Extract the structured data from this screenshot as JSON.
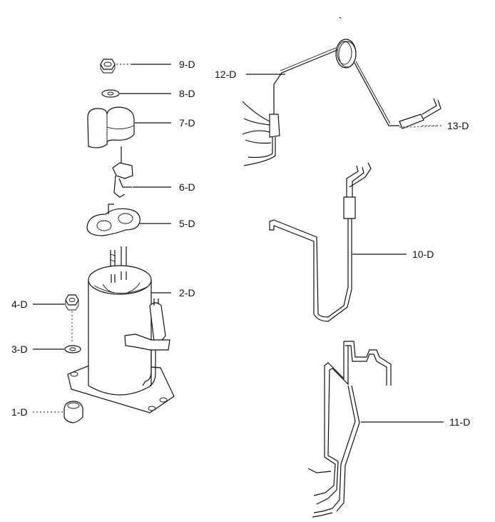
{
  "parts": [
    {
      "id": "p1",
      "label": "1-D"
    },
    {
      "id": "p2",
      "label": "2-D"
    },
    {
      "id": "p3",
      "label": "3-D"
    },
    {
      "id": "p4",
      "label": "4-D"
    },
    {
      "id": "p5",
      "label": "5-D"
    },
    {
      "id": "p6",
      "label": "6-D"
    },
    {
      "id": "p7",
      "label": "7-D"
    },
    {
      "id": "p8",
      "label": "8-D"
    },
    {
      "id": "p9",
      "label": "9-D"
    },
    {
      "id": "p10",
      "label": "10-D"
    },
    {
      "id": "p11",
      "label": "11-D"
    },
    {
      "id": "p12",
      "label": "12-D"
    },
    {
      "id": "p13",
      "label": "13-D"
    }
  ]
}
